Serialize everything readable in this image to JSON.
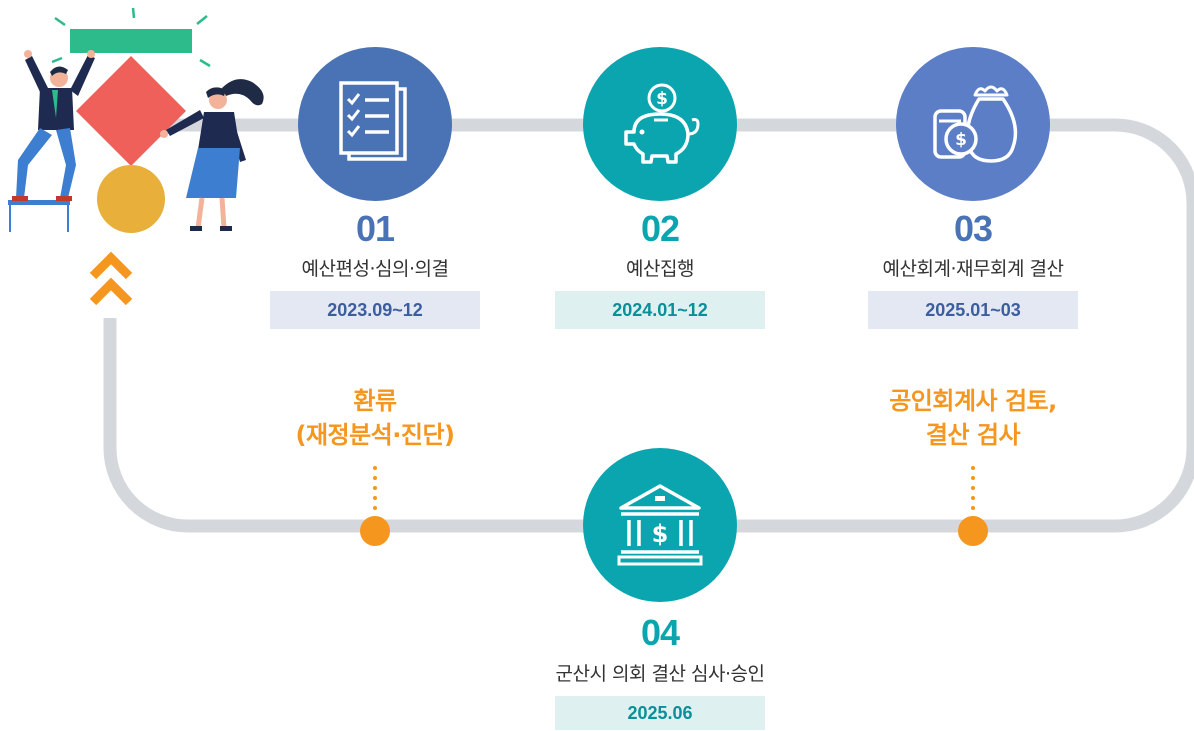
{
  "steps": [
    {
      "number": "01",
      "title": "예산편성·심의·의결",
      "period": "2023.09~12",
      "icon": "checklist-document-icon",
      "color": "#4a73b6"
    },
    {
      "number": "02",
      "title": "예산집행",
      "period": "2024.01~12",
      "icon": "piggy-bank-icon",
      "color": "#0aa5ae"
    },
    {
      "number": "03",
      "title": "예산회계·재무회계 결산",
      "period": "2025.01~03",
      "icon": "money-bag-icon",
      "color": "#5b7ec6"
    },
    {
      "number": "04",
      "title": "군산시 의회 결산 심사·승인",
      "period": "2025.06",
      "icon": "bank-building-icon",
      "color": "#0aa5ae"
    }
  ],
  "feedback": {
    "line1": "환류",
    "line2": "(재정분석·진단)"
  },
  "review": {
    "line1": "공인회계사 검토,",
    "line2": "결산 검사"
  },
  "colors": {
    "track": "#d4d8dc",
    "accent": "#f5961e",
    "blue_box": "#e3e8f3",
    "teal_box": "#dff0f1"
  }
}
